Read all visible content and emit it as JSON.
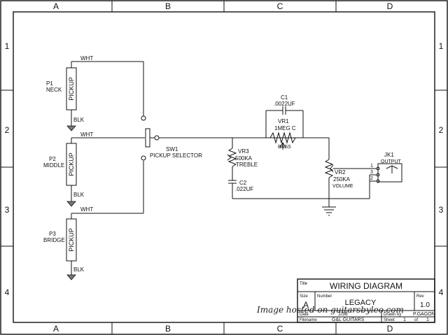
{
  "grid": {
    "columns": [
      "A",
      "B",
      "C",
      "D"
    ],
    "rows": [
      "1",
      "2",
      "3",
      "4"
    ]
  },
  "pickups": [
    {
      "ref": "P1",
      "name": "NECK",
      "label": "PICKUP",
      "hot": "WHT",
      "ground": "BLK"
    },
    {
      "ref": "P2",
      "name": "MIDDLE",
      "label": "PICKUP",
      "hot": "WHT",
      "ground": "BLK"
    },
    {
      "ref": "P3",
      "name": "BRIDGE",
      "label": "PICKUP",
      "hot": "WHT",
      "ground": "BLK"
    }
  ],
  "switch": {
    "ref": "SW1",
    "name": "PICKUP SELECTOR"
  },
  "components": {
    "c1": {
      "ref": "C1",
      "value": ".0022UF"
    },
    "vr1": {
      "ref": "VR1",
      "value": "1MEG C",
      "name": "BASS"
    },
    "vr3": {
      "ref": "VR3",
      "value": "500KA",
      "name": "TREBLE"
    },
    "c2": {
      "ref": "C2",
      "value": ".022UF"
    },
    "vr2": {
      "ref": "VR2",
      "value": "250KA",
      "name": "VOLUME"
    },
    "jk1": {
      "ref": "JK1",
      "name": "OUTPUT",
      "pins": [
        "1",
        "3",
        "2"
      ]
    }
  },
  "title_block": {
    "title_label": "Title",
    "title": "WIRING DIAGRAM",
    "size_label": "Size",
    "size": "A",
    "number_label": "Number",
    "number": "LEGACY",
    "rev_label": "Rev",
    "rev": "1.0",
    "date_label": "Date",
    "date": "1/98",
    "drawn_by_label": "Drawn by",
    "drawn_by": "P.GAGON",
    "filename_label": "Filename",
    "filename": "G&L GUITARS",
    "sheet_label": "Sheet",
    "sheet": "1",
    "of_label": "of",
    "sheet_total": "1"
  },
  "watermark": "Image hosted on guitarsbyleo.com"
}
